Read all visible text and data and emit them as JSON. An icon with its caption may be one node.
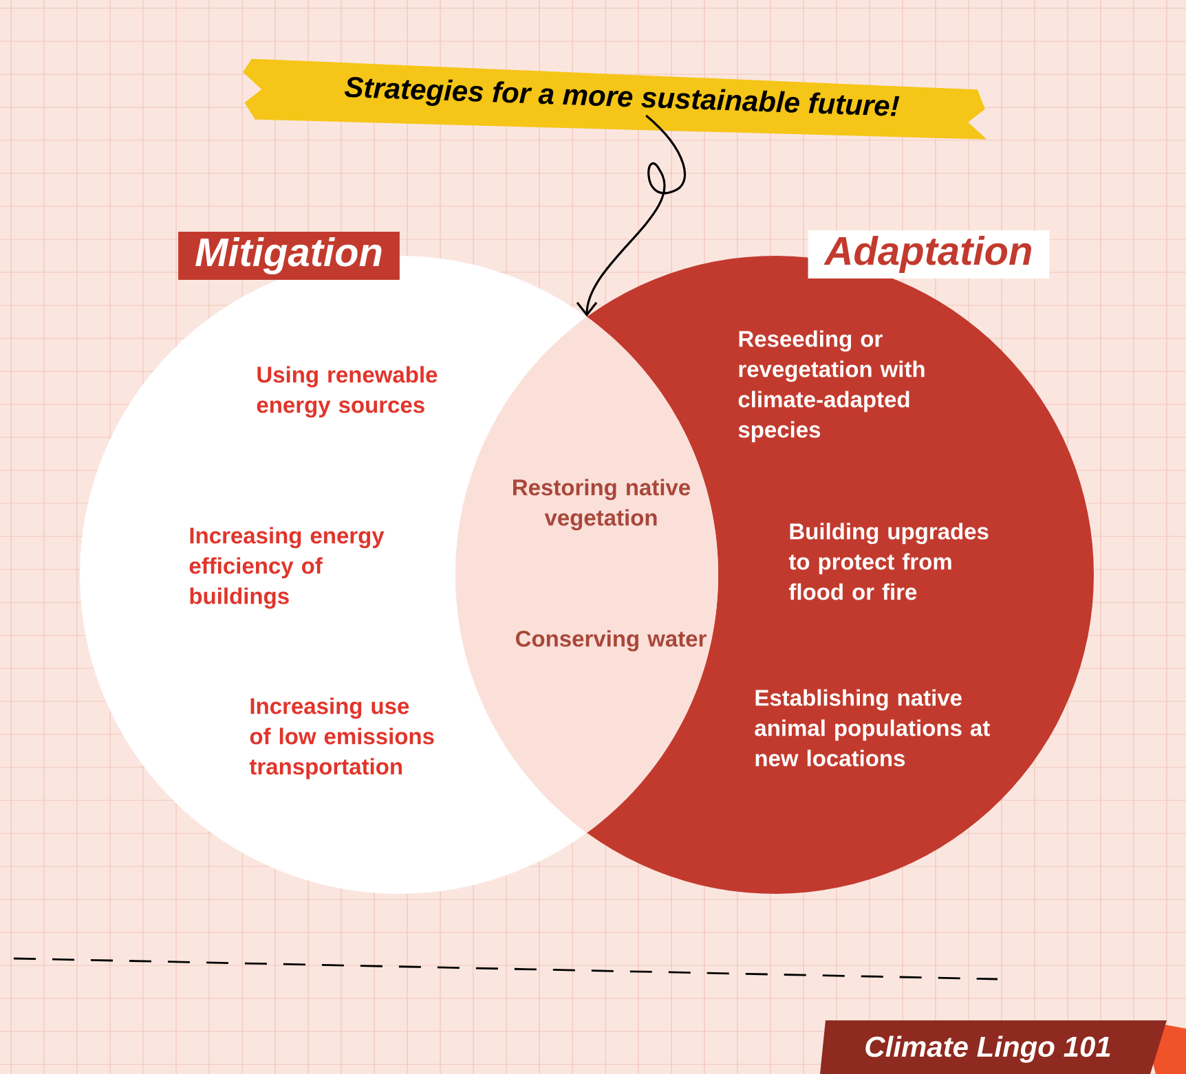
{
  "diagram": {
    "nodes": [
      {
        "text": [
          "Strategies for a more sustainable future!"
        ]
      },
      {
        "text": [
          "Mitigation",
          "Using renewable energy sources",
          "Increasing energy efficiency of buildings",
          "Increasing use of low emissions transportation"
        ]
      },
      {
        "text": [
          "Adaptation",
          "Reseeding or revegetation with climate-adapted species",
          "Building upgrades to protect from flood or fire",
          "Establishing native animal populations at new locations"
        ]
      },
      {
        "text": [
          "Restoring native vegetation",
          "Conserving water"
        ]
      }
    ],
    "edges": [
      {
        "from": 0,
        "to": 3,
        "arrow": "to"
      }
    ],
    "labels": [
      "Climate Lingo 101"
    ]
  }
}
